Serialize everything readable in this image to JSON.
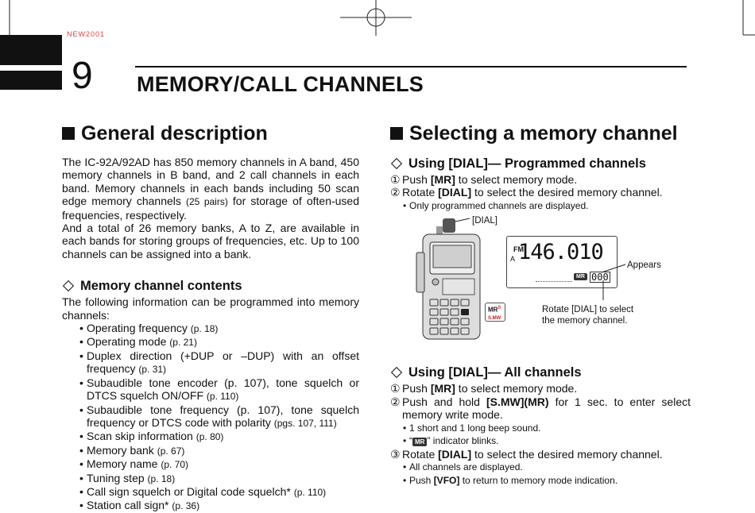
{
  "chapter": {
    "code": "NEW2001",
    "number": "9",
    "title": "MEMORY/CALL CHANNELS"
  },
  "general": {
    "heading": "General description",
    "para1_pre": "The IC-92A/92AD has 850 memory channels in A band, 450 memory channels in B band, and 2 call channels in each band. Memory channels in each bands including 50 scan edge memory channels ",
    "para1_ref": "(25 pairs)",
    "para1_post": " for storage of often-used frequencies, respectively.",
    "para2": "And a total of 26 memory banks, A to Z, are available in each bands for storing groups of frequencies, etc. Up to 100 channels can be assigned into a bank.",
    "contents_heading": "Memory channel contents",
    "contents_intro": "The following information can be programmed into memory channels:",
    "items": [
      {
        "text": "Operating frequency ",
        "ref": "(p. 18)"
      },
      {
        "text": "Operating mode ",
        "ref": "(p. 21)"
      },
      {
        "text": "Duplex direction (+DUP or –DUP) with an offset frequency ",
        "ref": "(p. 31)"
      },
      {
        "text": "Subaudible tone encoder (p. 107), tone squelch or DTCS squelch ON/OFF ",
        "ref": "(p. 110)"
      },
      {
        "text": "Subaudible tone frequency (p. 107), tone squelch frequency or DTCS code with polarity ",
        "ref": "(pgs. 107, 111)"
      },
      {
        "text": "Scan skip information ",
        "ref": "(p. 80)"
      },
      {
        "text": "Memory bank ",
        "ref": "(p. 67)"
      },
      {
        "text": "Memory name ",
        "ref": "(p. 70)"
      },
      {
        "text": "Tuning step ",
        "ref": "(p. 18)"
      },
      {
        "text": "Call sign squelch or Digital code squelch* ",
        "ref": "(p. 110)"
      },
      {
        "text": "Station call sign* ",
        "ref": "(p. 36)"
      }
    ]
  },
  "selecting": {
    "heading": "Selecting a memory channel",
    "programmed": {
      "heading": "Using [DIAL]— Programmed channels",
      "step1_num": "①",
      "step1_a": "Push ",
      "step1_key": "[MR]",
      "step1_b": " to select memory mode.",
      "step2_num": "②",
      "step2_a": "Rotate ",
      "step2_key": "[DIAL]",
      "step2_b": " to select the desired memory channel.",
      "note": "Only programmed channels are displayed."
    },
    "figure": {
      "dial_label": "[DIAL]",
      "appears_label": "Appears",
      "rotate_label_1": "Rotate [DIAL] to select",
      "rotate_label_2": "the memory channel.",
      "lcd_freq": "146.010",
      "lcd_mode": "FM",
      "lcd_band": "A",
      "lcd_channel": "000",
      "lcd_mr": "MR",
      "key_mr": "MR",
      "key_b": "B",
      "key_smw": "S.MW"
    },
    "all": {
      "heading": "Using [DIAL]— All channels",
      "step1_num": "①",
      "step1_a": "Push ",
      "step1_key": "[MR]",
      "step1_b": " to select memory mode.",
      "step2_num": "②",
      "step2_a": "Push and hold ",
      "step2_key": "[S.MW](MR)",
      "step2_b": " for 1 sec. to enter select memory write mode.",
      "note1": "1 short and 1 long beep sound.",
      "note2_pre": "“",
      "note2_badge": "MR",
      "note2_post": "” indicator blinks.",
      "step3_num": "③",
      "step3_a": "Rotate ",
      "step3_key": "[DIAL]",
      "step3_b": " to select the desired memory channel.",
      "note3": "All channels are displayed.",
      "note4_a": "Push ",
      "note4_key": "[VFO]",
      "note4_b": " to return to memory mode indication."
    }
  }
}
